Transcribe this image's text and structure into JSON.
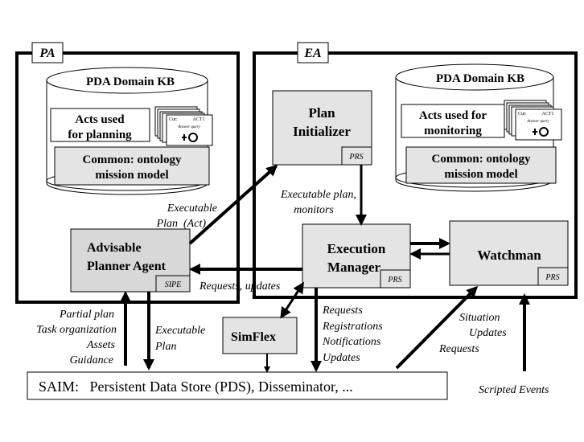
{
  "containers": {
    "pa": {
      "label": "PA"
    },
    "ea": {
      "label": "EA"
    }
  },
  "pa_kb": {
    "title": "PDA Domain KB",
    "acts_lines": [
      "Acts used",
      "for planning"
    ],
    "common_lines": [
      "Common: ontology",
      "mission model"
    ],
    "card": {
      "left": "Cur:",
      "title": "ACT1",
      "subtitle": "Answer query"
    }
  },
  "ea_kb": {
    "title": "PDA Domain KB",
    "acts_lines": [
      "Acts used for",
      "monitoring"
    ],
    "common_lines": [
      "Common: ontology",
      "mission model"
    ],
    "card": {
      "left": "Cur:",
      "title": "ACT1",
      "subtitle": "Answer query"
    }
  },
  "components": {
    "planner": {
      "lines": [
        "Advisable",
        "Planner Agent"
      ],
      "tag": "SIPE"
    },
    "initializer": {
      "lines": [
        "Plan",
        "Initializer"
      ],
      "tag": "PRS"
    },
    "exec_manager": {
      "lines": [
        "Execution",
        "Manager"
      ],
      "tag": "PRS"
    },
    "watchman": {
      "lines": [
        "Watchman"
      ],
      "tag": "PRS"
    },
    "simflex": {
      "lines": [
        "SimFlex"
      ]
    },
    "saim": {
      "text": "SAIM:   Persistent Data Store (PDS), Disseminator, ..."
    }
  },
  "labels": {
    "exec_plan_act": [
      "Executable",
      "Plan  (Act)"
    ],
    "exec_plan_monitors": [
      "Executable plan,",
      "monitors"
    ],
    "requests_updates": "Requests, updates",
    "pa_inputs": [
      "Partial plan",
      "Task organization",
      "Assets",
      "Guidance"
    ],
    "exec_plan": [
      "Executable",
      "Plan"
    ],
    "em_to_saim": [
      "Requests",
      "Registrations",
      "Notifications",
      "Updates"
    ],
    "saim_to_watchman": [
      "Situation",
      "Updates",
      "Requests"
    ],
    "scripted_events": "Scripted Events"
  }
}
